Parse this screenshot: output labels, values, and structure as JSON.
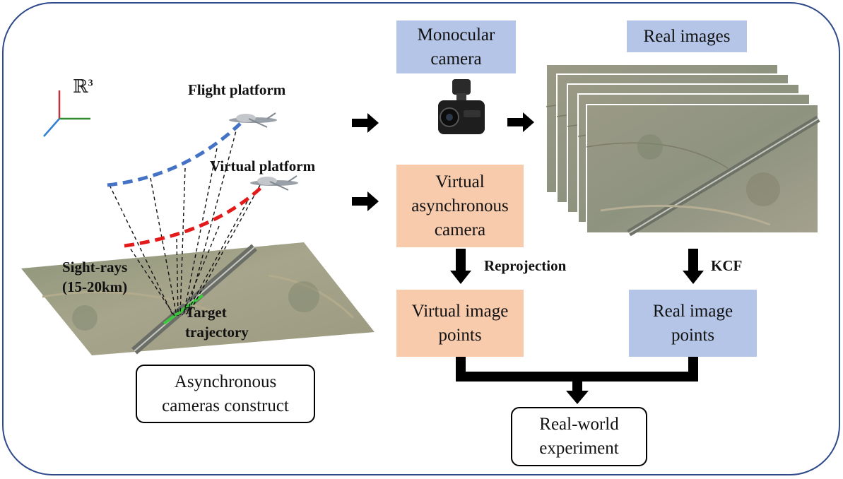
{
  "space_label": "ℝ",
  "space_exponent": "3",
  "labels": {
    "flight_platform": "Flight platform",
    "virtual_platform": "Virtual platform",
    "sight_rays": "Sight-rays\n(15-20km)",
    "target_trajectory": "Target\ntrajectory",
    "reprojection": "Reprojection",
    "kcf": "KCF"
  },
  "boxes": {
    "monocular_camera": "Monocular\ncamera",
    "real_images": "Real images",
    "virtual_camera": "Virtual\nasynchronous\ncamera",
    "virtual_points": "Virtual image\npoints",
    "real_points": "Real image\npoints",
    "async_construct": "Asynchronous\ncameras construct",
    "real_world": "Real-world\nexperiment"
  },
  "colors": {
    "frame": "#2f4a8a",
    "blue_box": "#b4c5e7",
    "peach_box": "#f8cbad",
    "flight_path": "#4472c4",
    "virtual_path": "#e21a1a",
    "trajectory": "#3cc83c"
  }
}
